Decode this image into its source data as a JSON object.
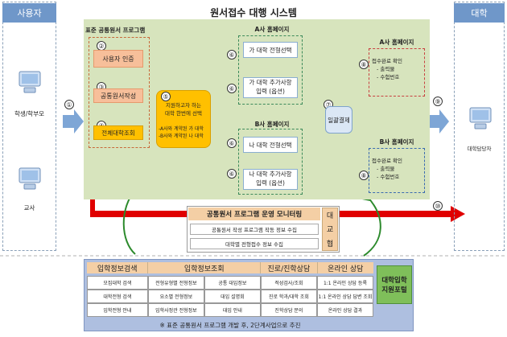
{
  "lanes": {
    "user": "사용자",
    "university": "대학"
  },
  "main_title": "원서접수 대행 시스템",
  "standard_program_label": "표준 공통원서 프로그램",
  "users": [
    "학생/학부모",
    "교사"
  ],
  "university_user": "대학담당자",
  "steps": {
    "n1": "①",
    "n2": "②",
    "n3": "③",
    "n4": "④",
    "n5": "⑤",
    "n6": "⑥",
    "n7": "⑦",
    "n8": "⑧",
    "n9": "⑨",
    "n10": "⑩",
    "auth": "사용자 인증",
    "write": "공통원서작성",
    "list": "전체대학조회",
    "select_line1": "지원하고자 하는",
    "select_line2": "대학 한번에 선택",
    "contract_a": "-A사와 계약된 가 대학",
    "contract_b": "-B사와 계약된 나 대학",
    "pay": "일괄결제"
  },
  "a_site": {
    "title": "A사 홈페이지",
    "select": "가 대학 전형선택",
    "extra_line1": "가 대학 추가사항",
    "extra_line2": "입력 (옵션)",
    "done_title": "A사 홈페이지",
    "done_line1": "접수완료 확인",
    "done_line2": "- 출력물",
    "done_line3": "- 수험번호"
  },
  "b_site": {
    "title": "B사 홈페이지",
    "select": "나 대학 전형선택",
    "extra_line1": "나 대학 추가사항",
    "extra_line2": "입력 (옵션)",
    "done_title": "B사 홈페이지",
    "done_line1": "접수완료 확인",
    "done_line2": "- 출력물",
    "done_line3": "- 수험번호"
  },
  "monitoring": {
    "title": "공통원서 프로그램 운영 모니터링",
    "row1": "공통원서 작성 프로그램 작동 정보 수집",
    "row2": "대학별 전형접수 정보 수집",
    "council": [
      "대",
      "교",
      "협"
    ]
  },
  "portal": {
    "headers": [
      "입학정보검색",
      "입학정보조회",
      "진로/진학상담",
      "온라인 상담"
    ],
    "rows": [
      [
        "모집대학 검색",
        "전형유형별 전형정보",
        "공통 대입정보",
        "적성검사/조회",
        "1:1 온라인 상담 등록"
      ],
      [
        "대학전형 검색",
        "요소별 전형정보",
        "대입 설명회",
        "진로 학과/대학 조회",
        "1:1 온라인 상담 답변 조회"
      ],
      [
        "입학전형 안내",
        "입학사정관 전형정보",
        "대입 안내",
        "진학상담 문의",
        "온라인 상담 결과"
      ]
    ],
    "title_line1": "대학입학",
    "title_line2": "지원포털",
    "footnote": "※ 표준 공통원서 프로그램 개발 후, 2단계사업으로 추진"
  },
  "colors": {
    "lane": "#6f97c9",
    "green_bg": "#d7e4bd",
    "red_arrow": "#e00000",
    "blue_arrow": "#4a7fc0"
  }
}
